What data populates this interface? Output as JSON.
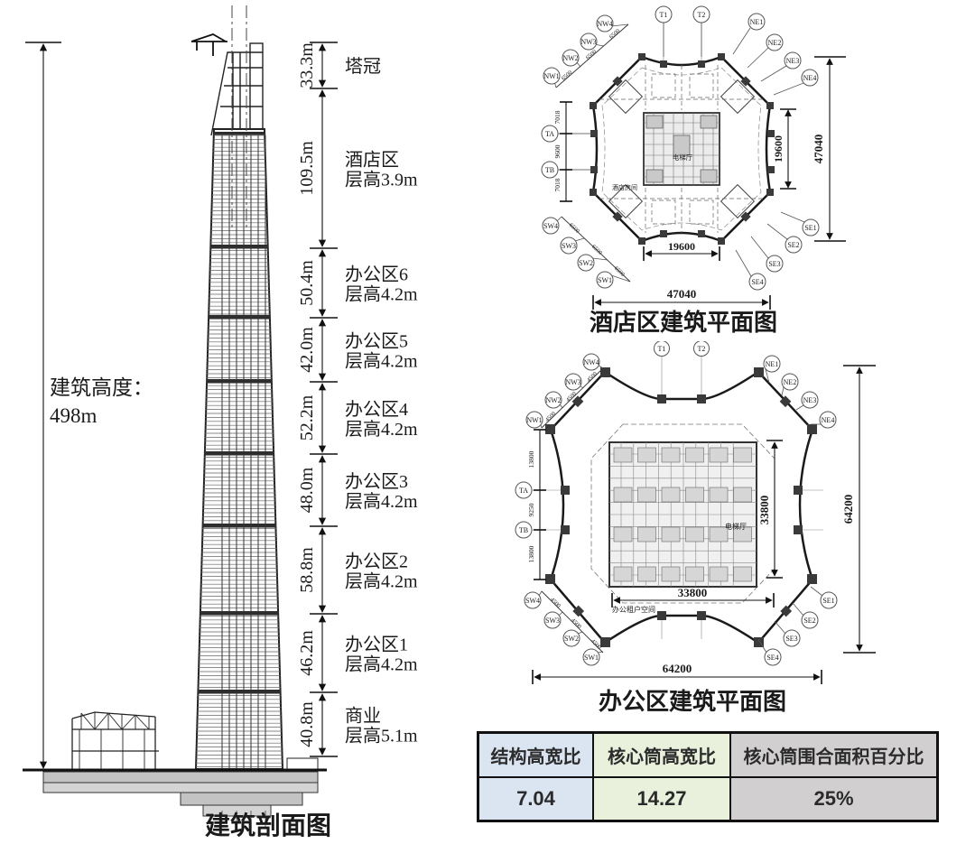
{
  "section": {
    "height_line1": "建筑高度：",
    "height_line2": "498m",
    "caption": "建筑剖面图",
    "segments": [
      {
        "dim": "33.3m",
        "name": "塔冠",
        "floor": ""
      },
      {
        "dim": "109.5m",
        "name": "酒店区",
        "floor": "层高3.9m"
      },
      {
        "dim": "50.4m",
        "name": "办公区6",
        "floor": "层高4.2m"
      },
      {
        "dim": "42.0m",
        "name": "办公区5",
        "floor": "层高4.2m"
      },
      {
        "dim": "52.2m",
        "name": "办公区4",
        "floor": "层高4.2m"
      },
      {
        "dim": "48.0m",
        "name": "办公区3",
        "floor": "层高4.2m"
      },
      {
        "dim": "58.8m",
        "name": "办公区2",
        "floor": "层高4.2m"
      },
      {
        "dim": "46.2m",
        "name": "办公区1",
        "floor": "层高4.2m"
      },
      {
        "dim": "40.8m",
        "name": "商业",
        "floor": "层高5.1m"
      }
    ]
  },
  "hotel_plan": {
    "caption": "酒店区建筑平面图",
    "room_labels": {
      "elevator": "电梯厅",
      "guest": "酒店房间"
    },
    "dims": {
      "inner_h": "19600",
      "outer_h": "47040",
      "inner_v": "19600",
      "outer_v": "47040",
      "left": [
        "7018",
        "9600",
        "7018"
      ],
      "diag_nw": [
        "6500",
        "6500",
        "6500"
      ],
      "diag_sw": [
        "6500",
        "6500",
        "6500"
      ]
    },
    "axes": {
      "top": [
        "T1",
        "T2"
      ],
      "nw": [
        "NW4",
        "NW3",
        "NW2",
        "NW1"
      ],
      "ne": [
        "NE1",
        "NE2",
        "NE3",
        "NE4"
      ],
      "left": [
        "TA",
        "TB"
      ],
      "sw": [
        "SW4",
        "SW3",
        "SW2",
        "SW1"
      ],
      "se": [
        "SE1",
        "SE2",
        "SE3",
        "SE4"
      ]
    }
  },
  "office_plan": {
    "caption": "办公区建筑平面图",
    "tenant_label": "办公租户空间",
    "room_labels": {
      "elevator": "电梯厅"
    },
    "dims": {
      "inner_h": "33800",
      "outer_h": "64200",
      "inner_v": "33800",
      "outer_v": "64200",
      "left": [
        "13800",
        "9250",
        "13800"
      ],
      "diag_nw": [
        "4500",
        "4500",
        "4500"
      ],
      "diag_sw": [
        "4500",
        "4500",
        "4500"
      ]
    },
    "axes": {
      "top": [
        "T1",
        "T2"
      ],
      "nw": [
        "NW4",
        "NW3",
        "NW2",
        "NW1"
      ],
      "ne": [
        "NE1",
        "NE2",
        "NE3",
        "NE4"
      ],
      "left": [
        "TA",
        "TB"
      ],
      "sw": [
        "SW4",
        "SW3",
        "SW2",
        "SW1"
      ],
      "se": [
        "SE1",
        "SE2",
        "SE3",
        "SE4"
      ]
    }
  },
  "table": {
    "columns": [
      {
        "header": "结构高宽比",
        "value": "7.04",
        "color": "#dbe5f2"
      },
      {
        "header": "核心筒高宽比",
        "value": "14.27",
        "color": "#e9f1dc"
      },
      {
        "header": "核心筒围合面积百分比",
        "value": "25%",
        "color": "#d1cfcf"
      }
    ]
  }
}
